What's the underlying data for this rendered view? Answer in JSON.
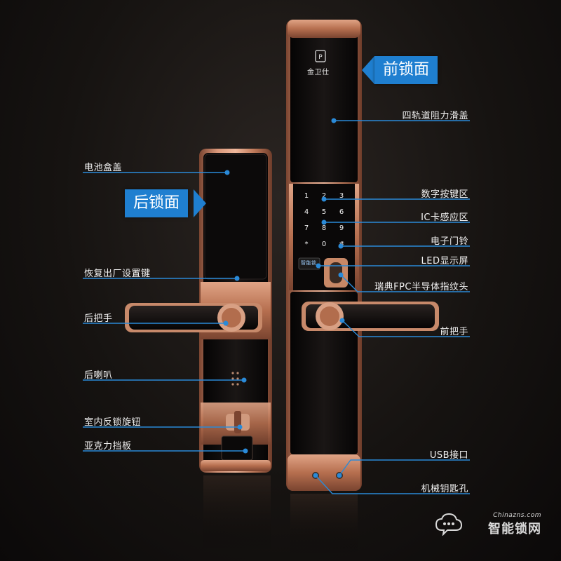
{
  "brand": {
    "logo_text": "金卫仕",
    "watermark_site": "Chinazns.com",
    "watermark_name": "智能锁网"
  },
  "badges": {
    "front": "前锁面",
    "back": "后锁面"
  },
  "keypad": [
    "1",
    "2",
    "3",
    "4",
    "5",
    "6",
    "7",
    "8",
    "9",
    "*",
    "0",
    "#"
  ],
  "led_text": "智能锁",
  "callouts_left": [
    "电池盒盖",
    "恢复出厂设置键",
    "后把手",
    "后喇叭",
    "室内反锁旋钮",
    "亚克力挡板"
  ],
  "callouts_right": [
    "四轨道阻力滑盖",
    "数字按键区",
    "IC卡感应区",
    "电子门铃",
    "LED显示屏",
    "瑞典FPC半导体指纹头",
    "前把手",
    "USB接口",
    "机械钥匙孔"
  ],
  "colors": {
    "copper": "#c8825e",
    "copper_dark": "#8a4f35",
    "panel_black": "#0d0b0b",
    "callout_blue": "#2a8ad8",
    "badge_blue": "#1f7fd0"
  }
}
